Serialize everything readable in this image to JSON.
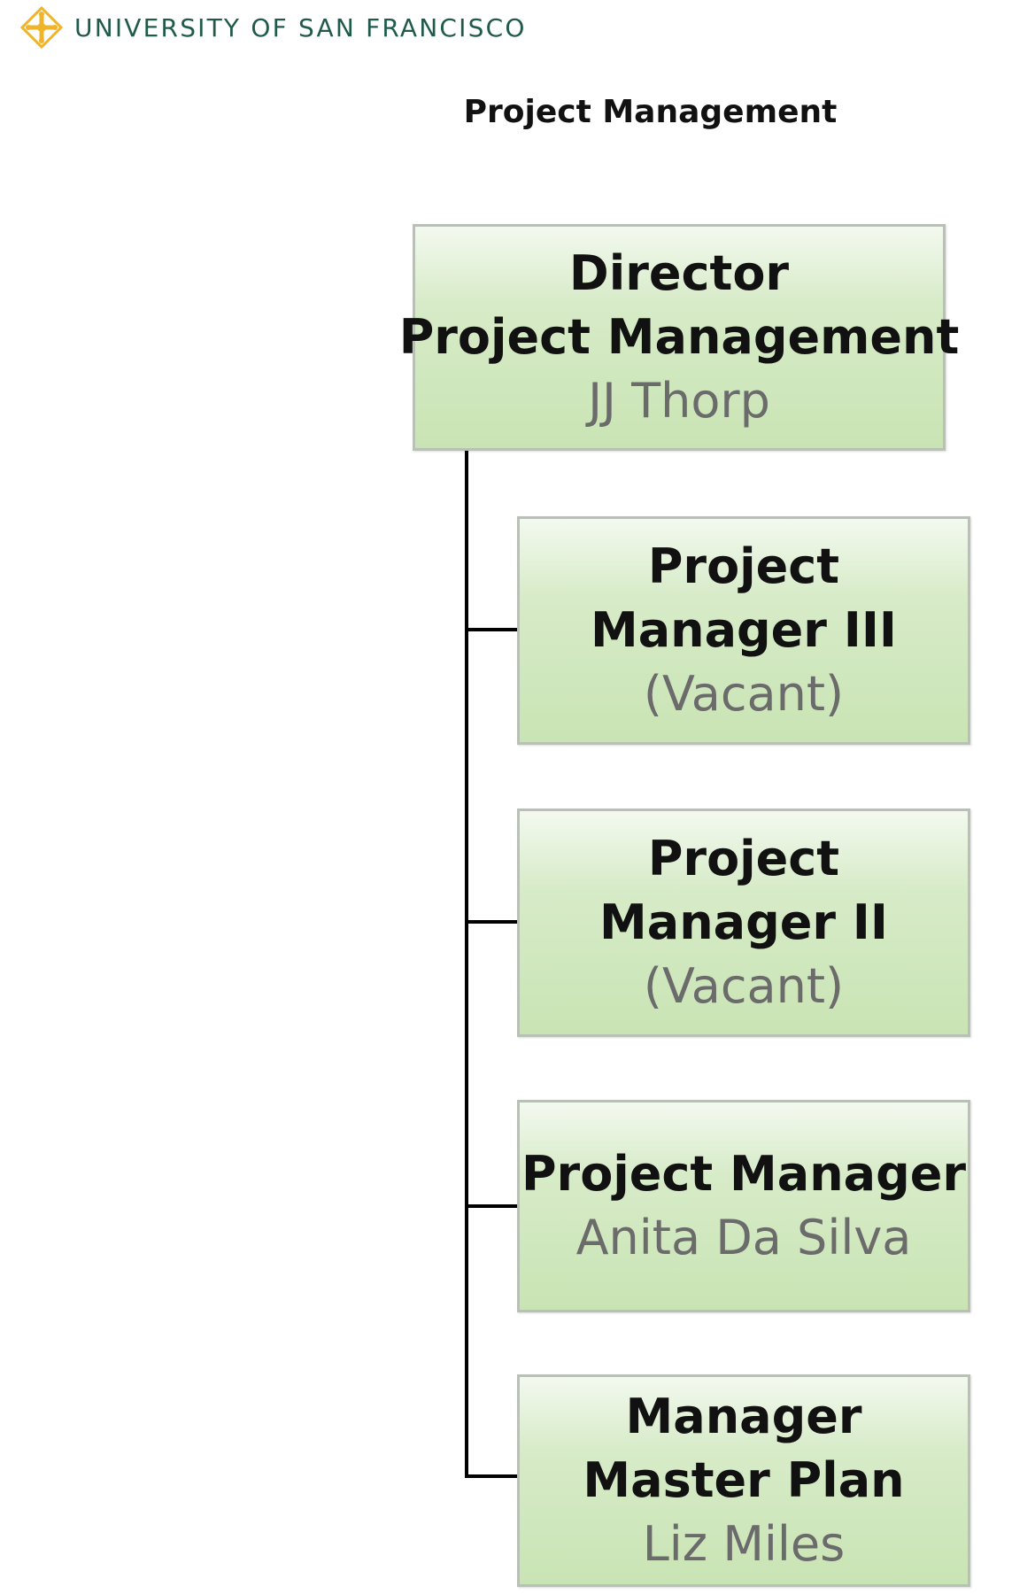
{
  "header": {
    "org_name": "UNIVERSITY OF SAN FRANCISCO",
    "logo_icon": "usf-cross-logo-icon",
    "accent_color": "#f0b429",
    "text_color": "#1f5a4c"
  },
  "page_title": "Project Management",
  "chart": {
    "root": {
      "title_lines": [
        "Director",
        "Project Management"
      ],
      "name": "JJ Thorp"
    },
    "reports": [
      {
        "title_lines": [
          "Project",
          "Manager III"
        ],
        "name": "(Vacant)"
      },
      {
        "title_lines": [
          "Project",
          "Manager II"
        ],
        "name": "(Vacant)"
      },
      {
        "title_lines": [
          "Project Manager"
        ],
        "name": "Anita Da Silva"
      },
      {
        "title_lines": [
          "Manager",
          "Master Plan"
        ],
        "name": "Liz Miles"
      }
    ],
    "box_fill_color": "#c9e4b4",
    "box_border_color": "#b9c0b5",
    "connector_color": "#000000"
  }
}
